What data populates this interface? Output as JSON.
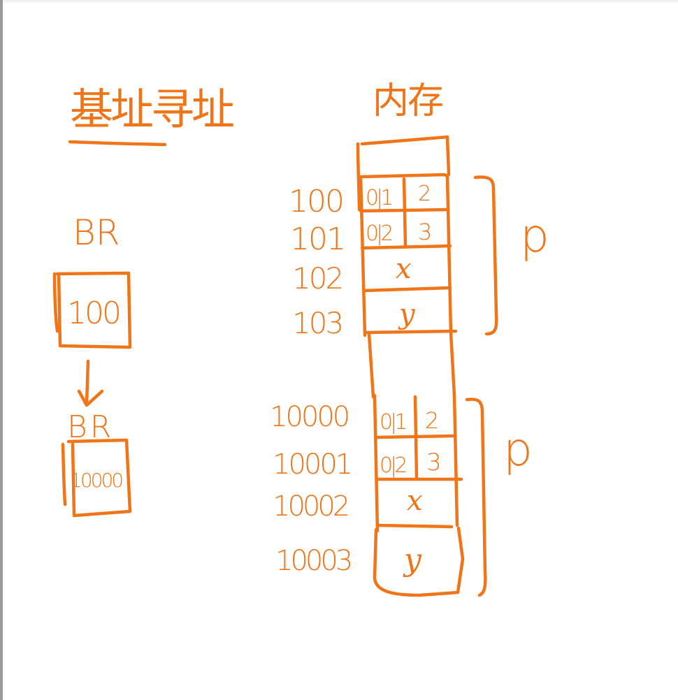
{
  "title": "基址寻址",
  "memory_label": "内存",
  "base_register": {
    "label_before": "BR",
    "value_before": "100",
    "label_after": "BR",
    "value_after": "10000"
  },
  "struct_label": "p",
  "memory_blocks": [
    {
      "addresses": [
        "100",
        "101",
        "102",
        "103"
      ],
      "cells": [
        {
          "fields": [
            "0|1",
            "2"
          ]
        },
        {
          "fields": [
            "0|2",
            "3"
          ]
        },
        {
          "fields": [
            "x"
          ]
        },
        {
          "fields": [
            "y"
          ]
        }
      ]
    },
    {
      "addresses": [
        "10000",
        "10001",
        "10002",
        "10003"
      ],
      "cells": [
        {
          "fields": [
            "0|1",
            "2"
          ]
        },
        {
          "fields": [
            "0|2",
            "3"
          ]
        },
        {
          "fields": [
            "x"
          ]
        },
        {
          "fields": [
            "y"
          ]
        }
      ]
    }
  ],
  "colors": {
    "ink": "#f07418",
    "background": "#ffffff"
  }
}
